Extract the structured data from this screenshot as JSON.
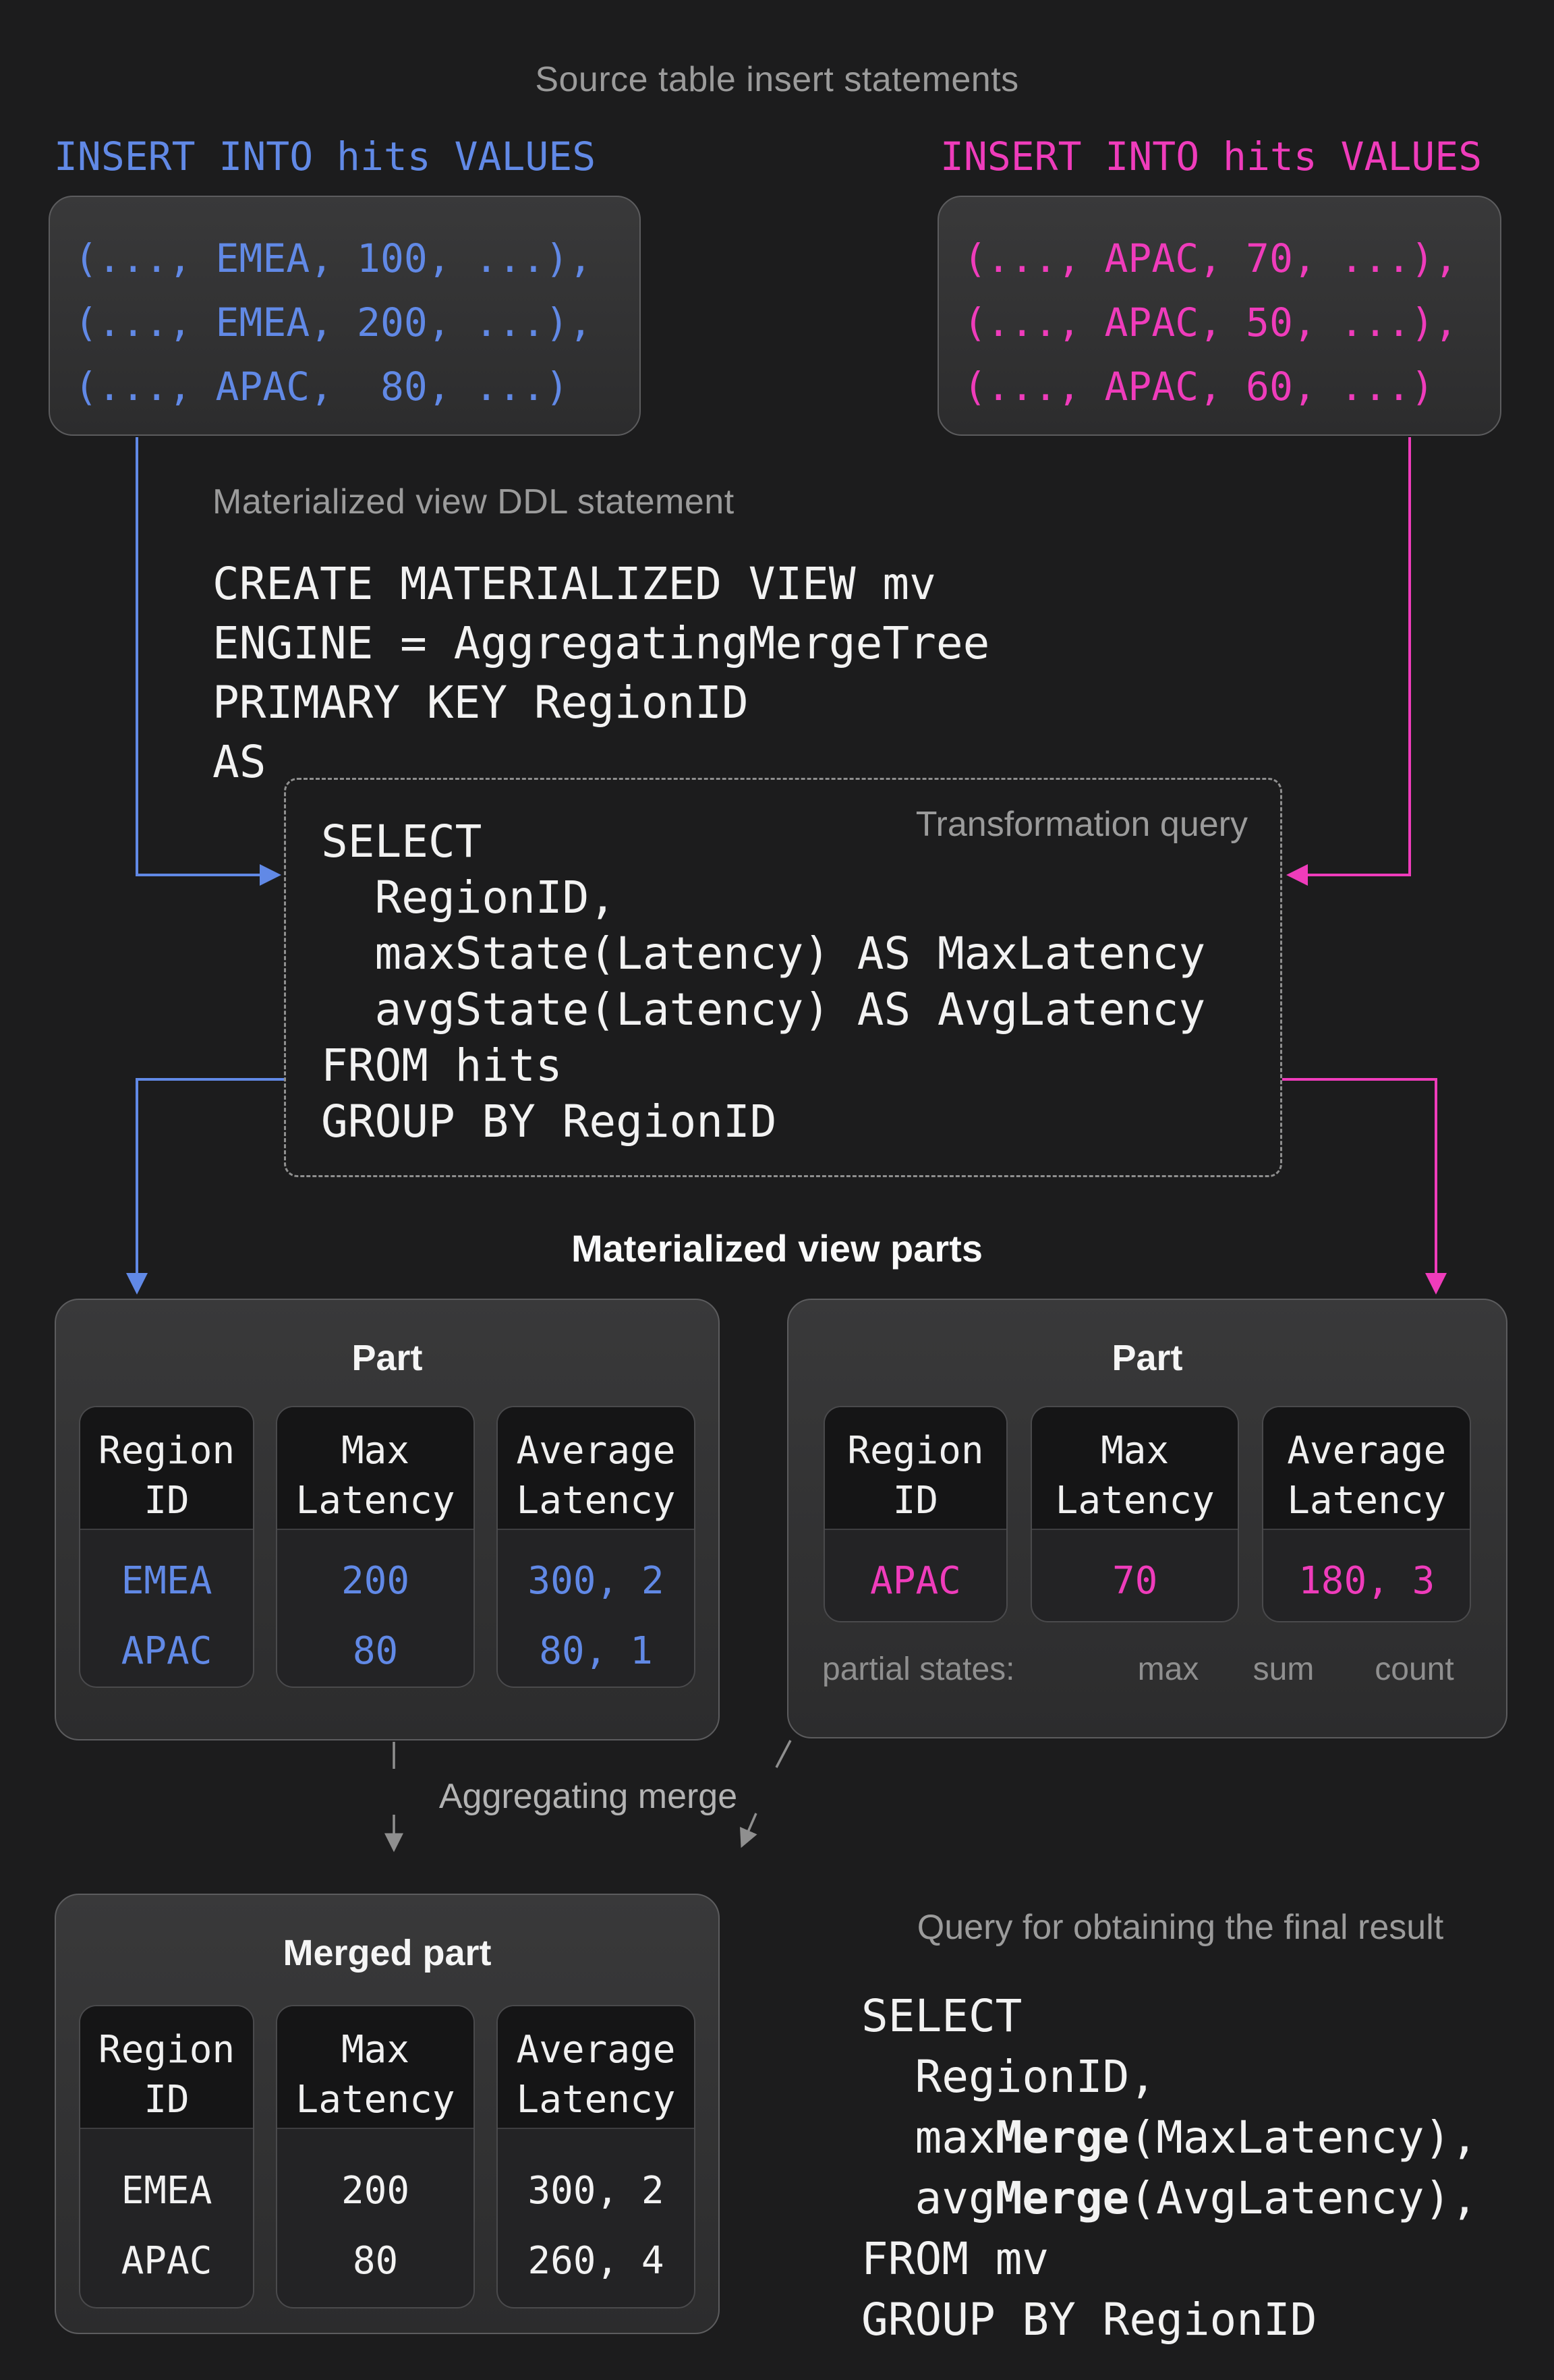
{
  "colors": {
    "bg": "#1C1C1D",
    "box_bg_top": "#39393A",
    "box_bg_bottom": "#2C2C2D",
    "box_border": "#5C5C5E",
    "cell_bg": "#232325",
    "cell_header_bg": "#151516",
    "cell_border": "#4A4A4C",
    "blue": "#6189E6",
    "magenta": "#EF3CBB",
    "gray_label": "#9B9B9B",
    "light_gray_label": "#B3B3B3",
    "arrow_gray": "#8F8F8F",
    "white": "#F2F2F2"
  },
  "header": {
    "title": "Source table insert statements"
  },
  "inserts": {
    "left": {
      "label": "INSERT INTO hits VALUES",
      "rows": [
        "(..., EMEA, 100, ...),",
        "(..., EMEA, 200, ...),",
        "(..., APAC,  80, ...)"
      ]
    },
    "right": {
      "label": "INSERT INTO hits VALUES",
      "rows": [
        "(..., APAC, 70, ...),",
        "(..., APAC, 50, ...),",
        "(..., APAC, 60, ...)"
      ]
    }
  },
  "ddl": {
    "label": "Materialized view DDL statement",
    "lines": [
      "CREATE MATERIALIZED VIEW mv",
      "ENGINE = AggregatingMergeTree",
      "PRIMARY KEY RegionID",
      "AS"
    ]
  },
  "transformation": {
    "label": "Transformation query",
    "lines": [
      {
        "ind": 0,
        "segs": [
          [
            "SELECT",
            0
          ]
        ]
      },
      {
        "ind": 1,
        "segs": [
          [
            "RegionID,",
            0
          ]
        ]
      },
      {
        "ind": 1,
        "segs": [
          [
            "max",
            0
          ],
          [
            "State",
            1
          ],
          [
            "(Latency) AS MaxLatency",
            0
          ]
        ]
      },
      {
        "ind": 1,
        "segs": [
          [
            "avg",
            0
          ],
          [
            "State",
            1
          ],
          [
            "(Latency) AS AvgLatency",
            0
          ]
        ]
      },
      {
        "ind": 0,
        "segs": [
          [
            "FROM hits",
            0
          ]
        ]
      },
      {
        "ind": 0,
        "segs": [
          [
            "GROUP BY RegionID",
            0
          ]
        ]
      }
    ]
  },
  "parts_section": {
    "title": "Materialized view parts"
  },
  "parts": {
    "left": {
      "title": "Part",
      "columns": [
        {
          "header": [
            "Region",
            "ID"
          ],
          "values": [
            "EMEA",
            "APAC"
          ]
        },
        {
          "header": [
            "Max",
            "Latency"
          ],
          "values": [
            "200",
            "80"
          ]
        },
        {
          "header": [
            "Average",
            "Latency"
          ],
          "values": [
            "300, 2",
            "80, 1"
          ]
        }
      ]
    },
    "right": {
      "title": "Part",
      "columns": [
        {
          "header": [
            "Region",
            "ID"
          ],
          "values": [
            "APAC"
          ]
        },
        {
          "header": [
            "Max",
            "Latency"
          ],
          "values": [
            "70"
          ]
        },
        {
          "header": [
            "Average",
            "Latency"
          ],
          "values": [
            "180, 3"
          ]
        }
      ],
      "partial": {
        "label": "partial states:",
        "markers": [
          "max",
          "sum",
          "count"
        ]
      }
    }
  },
  "merge": {
    "label": "Aggregating merge"
  },
  "merged": {
    "title": "Merged part",
    "columns": [
      {
        "header": [
          "Region",
          "ID"
        ],
        "values": [
          "EMEA",
          "APAC"
        ]
      },
      {
        "header": [
          "Max",
          "Latency"
        ],
        "values": [
          "200",
          "80"
        ]
      },
      {
        "header": [
          "Average",
          "Latency"
        ],
        "values": [
          "300, 2",
          "260, 4"
        ]
      }
    ]
  },
  "final_query": {
    "label": "Query for obtaining the final result",
    "lines": [
      {
        "ind": 0,
        "segs": [
          [
            "SELECT",
            0
          ]
        ]
      },
      {
        "ind": 1,
        "segs": [
          [
            "RegionID,",
            0
          ]
        ]
      },
      {
        "ind": 1,
        "segs": [
          [
            "max",
            0
          ],
          [
            "Merge",
            1
          ],
          [
            "(MaxLatency),",
            0
          ]
        ]
      },
      {
        "ind": 1,
        "segs": [
          [
            "avg",
            0
          ],
          [
            "Merge",
            1
          ],
          [
            "(AvgLatency),",
            0
          ]
        ]
      },
      {
        "ind": 0,
        "segs": [
          [
            "FROM mv",
            0
          ]
        ]
      },
      {
        "ind": 0,
        "segs": [
          [
            "GROUP BY RegionID",
            0
          ]
        ]
      }
    ]
  }
}
